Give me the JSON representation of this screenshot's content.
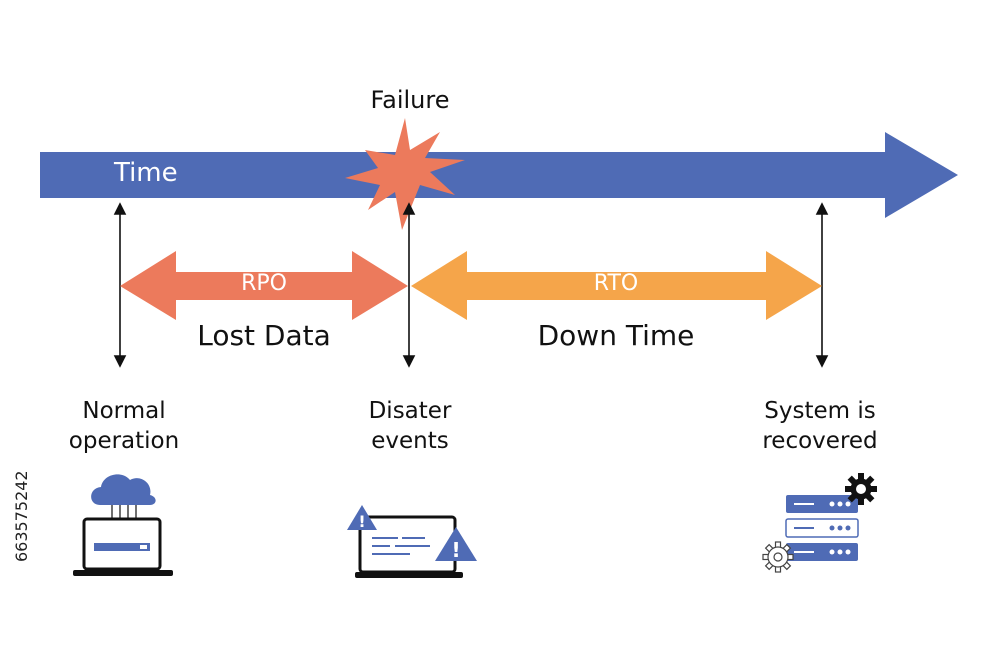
{
  "timeline": {
    "label": "Time",
    "color": "#4f6bb5"
  },
  "failure": {
    "label": "Failure",
    "color": "#ec7a5c"
  },
  "rpo": {
    "label": "RPO",
    "caption": "Lost Data",
    "color": "#ec7a5c"
  },
  "rto": {
    "label": "RTO",
    "caption": "Down Time",
    "color": "#f5a54a"
  },
  "stages": [
    {
      "line1": "Normal",
      "line2": "operation",
      "icon": "cloud-laptop-icon"
    },
    {
      "line1": "Disater",
      "line2": "events",
      "icon": "laptop-warning-icon"
    },
    {
      "line1": "System is",
      "line2": "recovered",
      "icon": "server-gears-icon"
    }
  ],
  "side_code": "663575242"
}
